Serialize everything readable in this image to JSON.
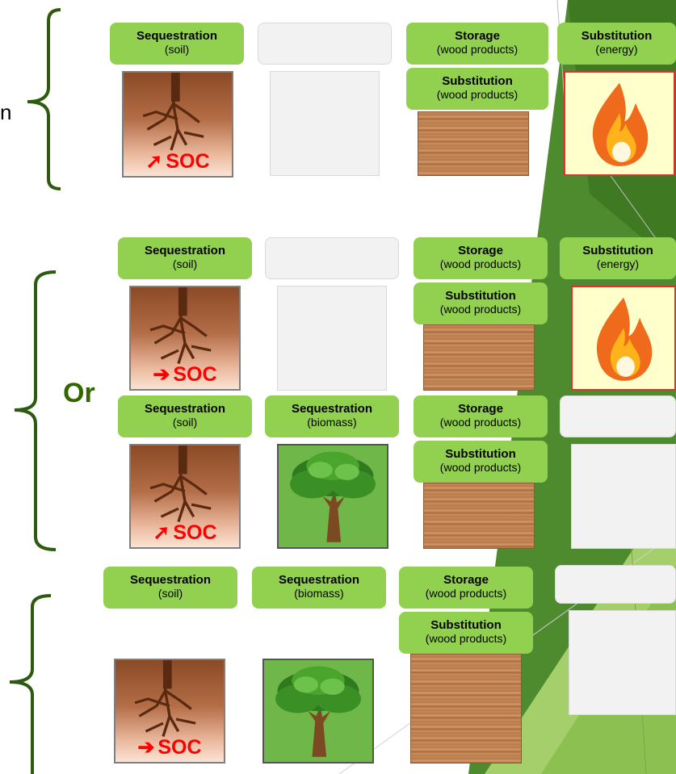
{
  "text": {
    "or": "Or",
    "edge_fragment": "n",
    "soc": "SOC"
  },
  "labels": {
    "seq_soil": {
      "title": "Sequestration",
      "sub": "(soil)"
    },
    "seq_biomass": {
      "title": "Sequestration",
      "sub": "(biomass)"
    },
    "storage_wood": {
      "title": "Storage",
      "sub": "(wood products)"
    },
    "subst_wood": {
      "title": "Substitution",
      "sub": "(wood products)"
    },
    "subst_energy": {
      "title": "Substitution",
      "sub": "(energy)"
    }
  },
  "colors": {
    "label_green": "#92d050",
    "brace_green": "#2e5a10",
    "or_green": "#336600",
    "soc_red": "#ff0000",
    "slide_dark_green": "#4e8a2e",
    "slide_light_green": "#a9d36e"
  },
  "icons": {
    "increase_arrow": "arrow-up-right-icon",
    "steady_arrow": "arrow-right-icon"
  }
}
